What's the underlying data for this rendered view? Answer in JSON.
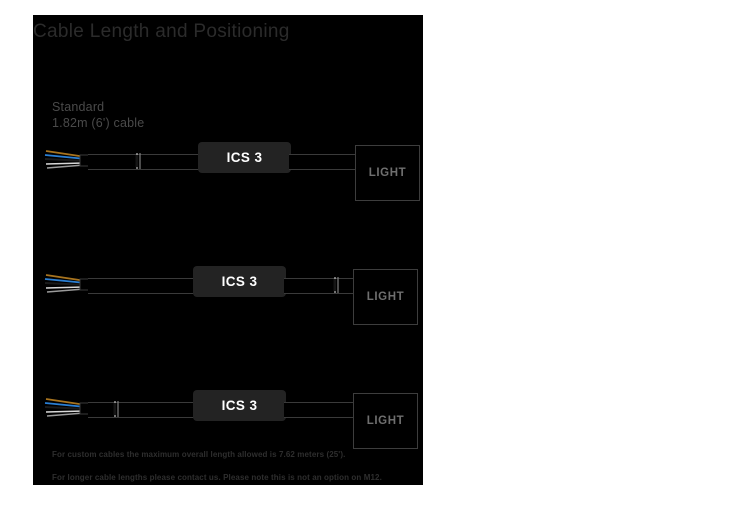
{
  "panel": {
    "title": "Cable Length and Positioning",
    "background_color": "#000000",
    "title_color": "#2b2b2b"
  },
  "caption": {
    "line1": "Standard",
    "line2": "1.82m (6') cable"
  },
  "diagram": {
    "controller_label": "ICS 3",
    "fixture_label": "LIGHT",
    "accent_colors": {
      "controller_box": "#232323",
      "fixture_border": "#3d3d3d",
      "cable_line": "#3a3a3a",
      "wire_brown": "#a8741f",
      "wire_blue": "#2a7fd4",
      "wire_black": "#1a1a1a",
      "wire_gray": "#9a9a9a",
      "wire_white": "#d8d8d8"
    },
    "rows": [
      {
        "name": "standard-length-connector-near-input",
        "controller_label": "ICS 3",
        "fixture_label": "LIGHT",
        "connector_position": "input-side"
      },
      {
        "name": "connector-near-fixture",
        "controller_label": "ICS 3",
        "fixture_label": "LIGHT",
        "connector_position": "output-side"
      },
      {
        "name": "connector-close-to-wire-end",
        "controller_label": "ICS 3",
        "fixture_label": "LIGHT",
        "connector_position": "input-side-close"
      }
    ]
  },
  "footnotes": {
    "line1": "For custom cables the maximum overall length allowed is 7.62 meters (25').",
    "line2": "For longer cable lengths please contact us. Please note this is not an option on M12."
  }
}
